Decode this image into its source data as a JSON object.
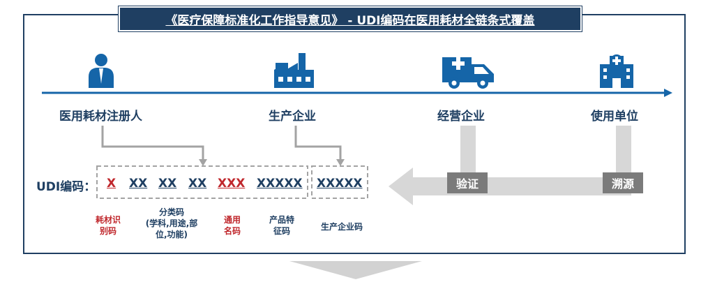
{
  "title": "《医疗保障标准化工作指导意见》 - UDI编码在医用耗材全链条式覆盖",
  "stakeholders": [
    {
      "label": "医用耗材注册人",
      "icon": "person-icon"
    },
    {
      "label": "生产企业",
      "icon": "factory-icon"
    },
    {
      "label": "经营企业",
      "icon": "ambulance-icon"
    },
    {
      "label": "使用单位",
      "icon": "hospital-icon"
    }
  ],
  "udi": {
    "label": "UDI编码：",
    "segments": [
      {
        "code": "X",
        "desc": "耗材识\n别码",
        "color": "#c0282d"
      },
      {
        "code": "XX",
        "desc": "",
        "color": "#1f3f62"
      },
      {
        "code": "XX",
        "desc": "分类码\n(学科,用途,部\n位,功能)",
        "color": "#1f3f62"
      },
      {
        "code": "XX",
        "desc": "",
        "color": "#1f3f62"
      },
      {
        "code": "XXX",
        "desc": "通用\n名码",
        "color": "#c0282d"
      },
      {
        "code": "XXXXX",
        "desc": "产品特\n征码",
        "color": "#1f3f62"
      },
      {
        "code": "XXXXX",
        "desc": "生产企业码",
        "color": "#1f3f62"
      }
    ]
  },
  "actions": {
    "verify": "验证",
    "trace": "溯源"
  },
  "colors": {
    "navy": "#1f3f62",
    "red": "#c0282d",
    "blue": "#1565a8",
    "gray": "#7b7b7b",
    "lightgray": "#d7d7d7"
  }
}
